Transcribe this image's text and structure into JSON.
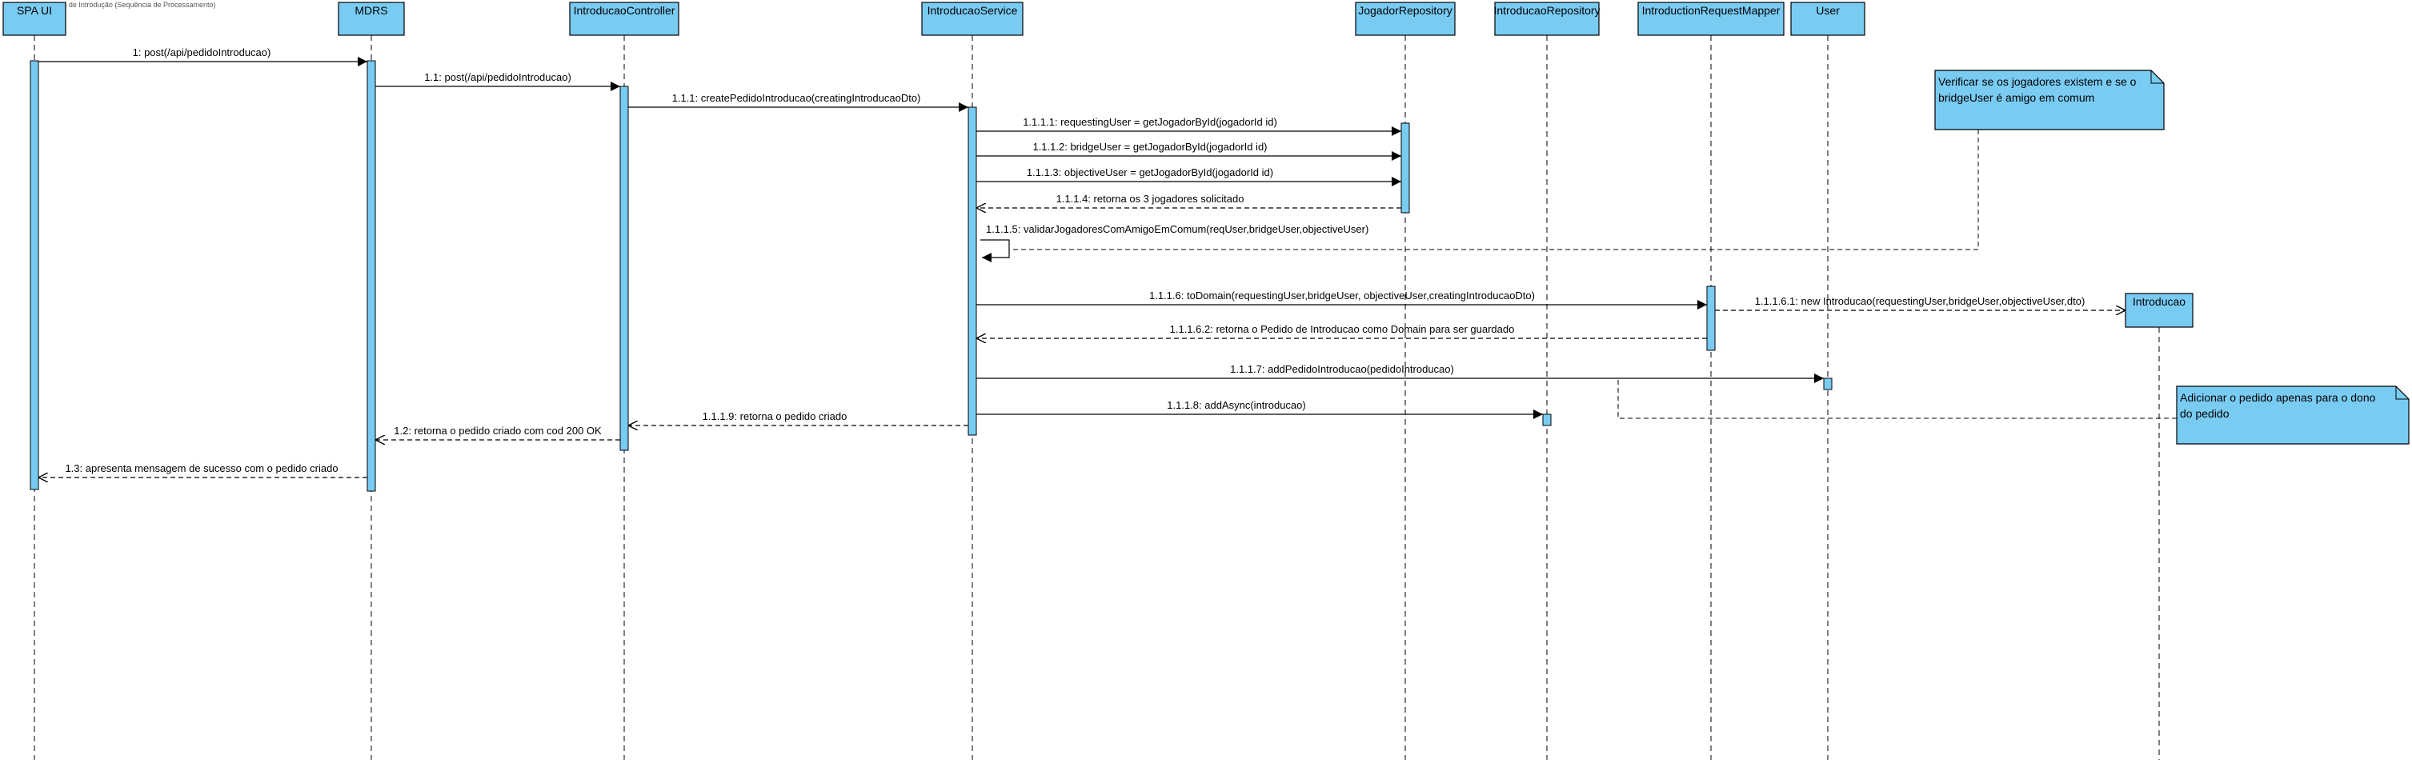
{
  "caption": "sd Visualizar pedido de Introdução (Sequência de Processamento)",
  "colors": {
    "participant_fill": "#79cbf2",
    "participant_stroke": "#000000",
    "activation_fill": "#79cbf2",
    "note_fill": "#79cbf2",
    "lifeline": "#000000",
    "arrow": "#000000"
  },
  "participants": [
    {
      "id": "spa",
      "label": "SPA UI"
    },
    {
      "id": "mdrs",
      "label": "MDRS"
    },
    {
      "id": "ctrl",
      "label": "IntroducaoController"
    },
    {
      "id": "svc",
      "label": "IntroducaoService"
    },
    {
      "id": "jrepo",
      "label": "JogadorRepository"
    },
    {
      "id": "irepo",
      "label": "IntroducaoRepository"
    },
    {
      "id": "mapper",
      "label": "IntroductionRequestMapper"
    },
    {
      "id": "user",
      "label": "User"
    },
    {
      "id": "intro",
      "label": "Introducao"
    }
  ],
  "messages": [
    {
      "id": "m1",
      "from": "spa",
      "to": "mdrs",
      "kind": "sync",
      "label": "1: post(/api/pedidoIntroducao)"
    },
    {
      "id": "m2",
      "from": "mdrs",
      "to": "ctrl",
      "kind": "sync",
      "label": "1.1: post(/api/pedidoIntroducao)"
    },
    {
      "id": "m3",
      "from": "ctrl",
      "to": "svc",
      "kind": "sync",
      "label": "1.1.1: createPedidoIntroducao(creatingIntroducaoDto)"
    },
    {
      "id": "m4",
      "from": "svc",
      "to": "jrepo",
      "kind": "sync",
      "label": "1.1.1.1: requestingUser = getJogadorById(jogadorId id)"
    },
    {
      "id": "m5",
      "from": "svc",
      "to": "jrepo",
      "kind": "sync",
      "label": "1.1.1.2:  bridgeUser = getJogadorById(jogadorId id)"
    },
    {
      "id": "m6",
      "from": "svc",
      "to": "jrepo",
      "kind": "sync",
      "label": "1.1.1.3: objectiveUser = getJogadorById(jogadorId id)"
    },
    {
      "id": "m7",
      "from": "jrepo",
      "to": "svc",
      "kind": "reply",
      "label": "1.1.1.4: retorna os 3 jogadores solicitado"
    },
    {
      "id": "m8",
      "from": "svc",
      "to": "svc",
      "kind": "self",
      "label": "1.1.1.5: validarJogadoresComAmigoEmComum(reqUser,bridgeUser,objectiveUser)"
    },
    {
      "id": "m9",
      "from": "svc",
      "to": "mapper",
      "kind": "sync",
      "label": "1.1.1.6: toDomain(requestingUser,bridgeUser, objectiveUser,creatingIntroducaoDto)"
    },
    {
      "id": "m10",
      "from": "mapper",
      "to": "intro",
      "kind": "create",
      "label": "1.1.1.6.1: new Introducao(requestingUser,bridgeUser,objectiveUser,dto)"
    },
    {
      "id": "m11",
      "from": "mapper",
      "to": "svc",
      "kind": "reply",
      "label": "1.1.1.6.2: retorna o Pedido de Introducao como Domain para ser guardado"
    },
    {
      "id": "m12",
      "from": "svc",
      "to": "user",
      "kind": "sync",
      "label": "1.1.1.7: addPedidoIntroducao(pedidoIntroducao)"
    },
    {
      "id": "m13",
      "from": "svc",
      "to": "irepo",
      "kind": "sync",
      "label": "1.1.1.8: addAsync(introducao)"
    },
    {
      "id": "m14",
      "from": "svc",
      "to": "ctrl",
      "kind": "reply",
      "label": "1.1.1.9: retorna o pedido criado"
    },
    {
      "id": "m15",
      "from": "ctrl",
      "to": "mdrs",
      "kind": "reply",
      "label": "1.2: retorna o pedido criado com cod 200 OK"
    },
    {
      "id": "m16",
      "from": "mdrs",
      "to": "spa",
      "kind": "reply",
      "label": "1.3: apresenta mensagem de sucesso com o pedido criado"
    }
  ],
  "notes": [
    {
      "id": "note1",
      "lines": [
        "Verificar se os jogadores existem e se o",
        "bridgeUser é amigo em comum"
      ]
    },
    {
      "id": "note2",
      "lines": [
        "Adicionar o pedido apenas para o dono",
        "do pedido"
      ]
    }
  ]
}
